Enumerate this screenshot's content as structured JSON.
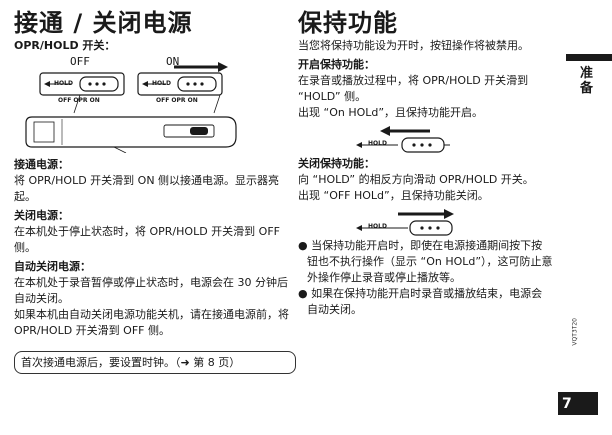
{
  "left": {
    "title": "接通 / 关闭电源",
    "subtitle": "OPR/HOLD 开关：",
    "label_off": "OFF",
    "label_on": "ON",
    "hold_text": "HOLD",
    "off_opr_on": "OFF OPR ON",
    "sections": [
      {
        "heading": "接通电源：",
        "body": "将 OPR/HOLD 开关滑到 ON 侧以接通电源。显示器亮起。"
      },
      {
        "heading": "关闭电源：",
        "body": "在本机处于停止状态时，将 OPR/HOLD 开关滑到 OFF 侧。"
      },
      {
        "heading": "自动关闭电源：",
        "body": "在本机处于录音暂停或停止状态时，电源会在 30 分钟后自动关闭。"
      }
    ],
    "auto_off_extra": "如果本机由自动关闭电源功能关机，请在接通电源前，将 OPR/HOLD 开关滑到 OFF 侧。",
    "note": "首次接通电源后，要设置时钟。（➜ 第 8 页）"
  },
  "right": {
    "title": "保持功能",
    "intro": "当您将保持功能设为开时，按钮操作将被禁用。",
    "on_heading": "开启保持功能：",
    "on_body": "在录音或播放过程中，将 OPR/HOLD 开关滑到 “HOLD” 侧。",
    "on_display": "出现 “On HOLd”，且保持功能开启。",
    "off_heading": "关闭保持功能：",
    "off_body": "向 “HOLD” 的相反方向滑动 OPR/HOLD 开关。",
    "off_display": "出现 “OFF HOLd”，且保持功能关闭。",
    "hold_text": "HOLD",
    "bullets": [
      "当保持功能开启时，即使在电源接通期间按下按钮也不执行操作（显示 “On HOLd”），这可防止意外操作停止录音或停止播放等。",
      "如果在保持功能开启时录音或播放结束，电源会自动关闭。"
    ]
  },
  "side": {
    "chapter": "准备",
    "doc_code": "VQT3T20",
    "page_number": "7"
  },
  "colors": {
    "ink": "#1a1a1a",
    "tab": "#1a1a1a"
  }
}
